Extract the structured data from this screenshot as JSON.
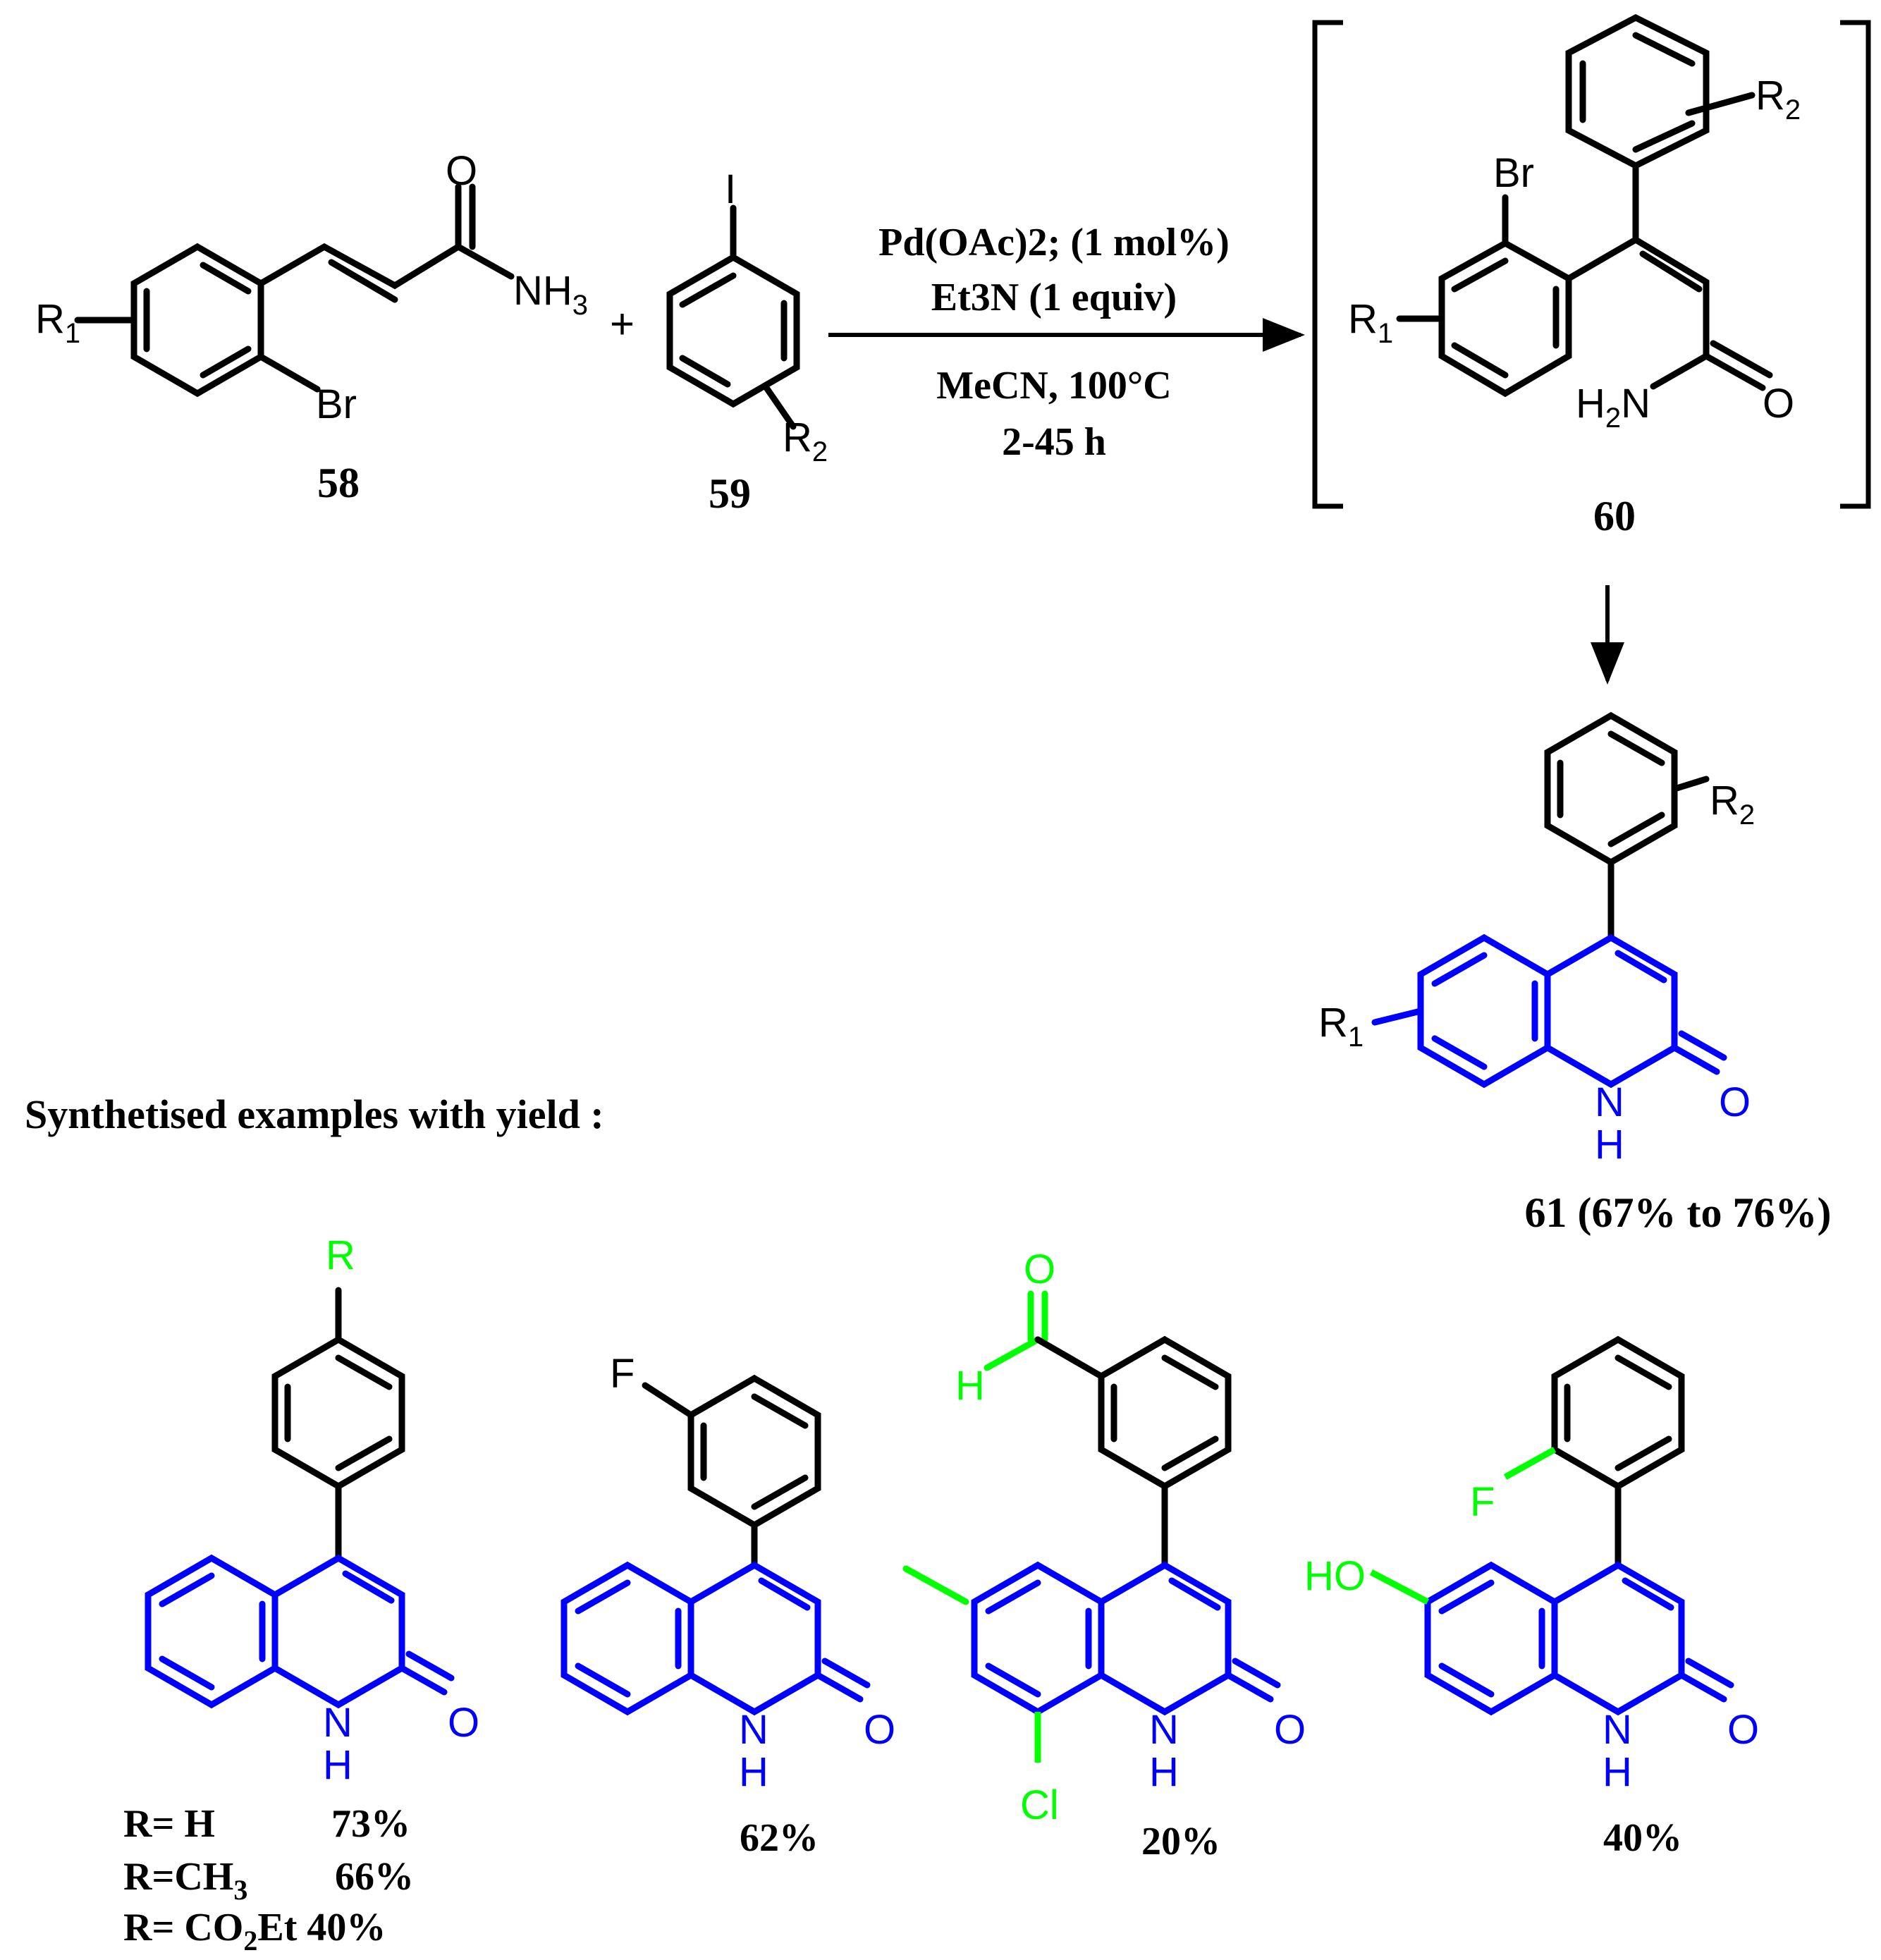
{
  "colors": {
    "black": "#000000",
    "blue": "#0000ff",
    "green": "#00ff00"
  },
  "compound_58": {
    "label": "58",
    "r1": "R",
    "r1_sub": "1",
    "br": "Br",
    "o": "O",
    "nh": "NH",
    "nh_sub": "3"
  },
  "plus": "+",
  "compound_59": {
    "label": "59",
    "iodo": "I",
    "r2": "R",
    "r2_sub": "2"
  },
  "conditions": {
    "line1": "Pd(OAc)2; (1 mol%)",
    "line2": "Et3N (1 equiv)",
    "line3": "MeCN, 100°C",
    "line4": "2-45 h"
  },
  "intermediate_60": {
    "label": "60",
    "br": "Br",
    "r1": "R",
    "r1_sub": "1",
    "r2": "R",
    "r2_sub": "2",
    "h2n_h": "H",
    "h2n_sub": "2",
    "h2n_n": "N",
    "o": "O"
  },
  "product_61": {
    "label": "61 (67% to 76%)",
    "r1": "R",
    "r1_sub": "1",
    "r2": "R",
    "r2_sub": "2",
    "nh_n": "N",
    "nh_h": "H",
    "o": "O"
  },
  "examples_heading": "Synthetised examples with yield :",
  "examples": [
    {
      "substituent": "R",
      "nh_n": "N",
      "nh_h": "H",
      "o": "O",
      "yields": [
        {
          "r": "R= H",
          "yield": "73%"
        },
        {
          "r_pre": "R=CH",
          "r_sub": "3",
          "yield": "66%"
        },
        {
          "r_pre": "R= CO",
          "r_sub": "2",
          "r_post": "Et 40%"
        }
      ]
    },
    {
      "substituent": "F",
      "nh_n": "N",
      "nh_h": "H",
      "o": "O",
      "yield": "62%"
    },
    {
      "cho_o": "O",
      "cho_h": "H",
      "cl": "Cl",
      "nh_n": "N",
      "nh_h": "H",
      "o": "O",
      "yield": "20%"
    },
    {
      "substituent": "F",
      "ho": "HO",
      "nh_n": "N",
      "nh_h": "H",
      "o": "O",
      "yield": "40%"
    }
  ]
}
